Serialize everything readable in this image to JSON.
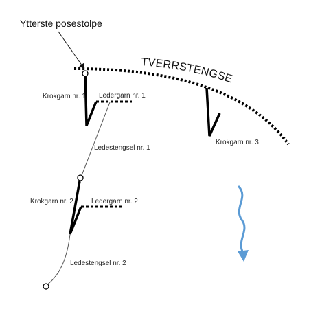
{
  "labels": {
    "ytterste_posestolpe": "Ytterste posestolpe",
    "tverrstengsel": "TVERRSTENGSEL",
    "krokgarn_1": "Krokgarn nr. 1",
    "ledergarn_1": "Ledergarn nr. 1",
    "ledestengsel_1": "Ledestengsel nr. 1",
    "krokgarn_2": "Krokgarn nr. 2",
    "ledergarn_2": "Ledergarn nr. 2",
    "ledestengsel_2": "Ledestengsel nr. 2",
    "krokgarn_3": "Krokgarn nr. 3"
  },
  "icons": {
    "current_arrow": "wavy-down-arrow-icon"
  },
  "colors": {
    "current_arrow": "#5b9bd5",
    "net_lines": "#000000",
    "thin_lines": "#555555"
  }
}
